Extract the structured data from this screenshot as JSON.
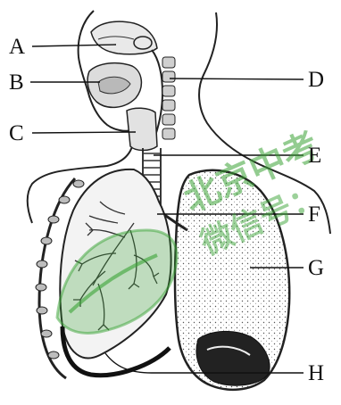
{
  "labels": {
    "A": "A",
    "B": "B",
    "C": "C",
    "D": "D",
    "E": "E",
    "F": "F",
    "G": "G",
    "H": "H"
  },
  "watermark": {
    "line1": "北京中考",
    "line2": "微信号：",
    "color": "#3aa335"
  },
  "colors": {
    "ink": "#111111",
    "paper": "#ffffff"
  }
}
